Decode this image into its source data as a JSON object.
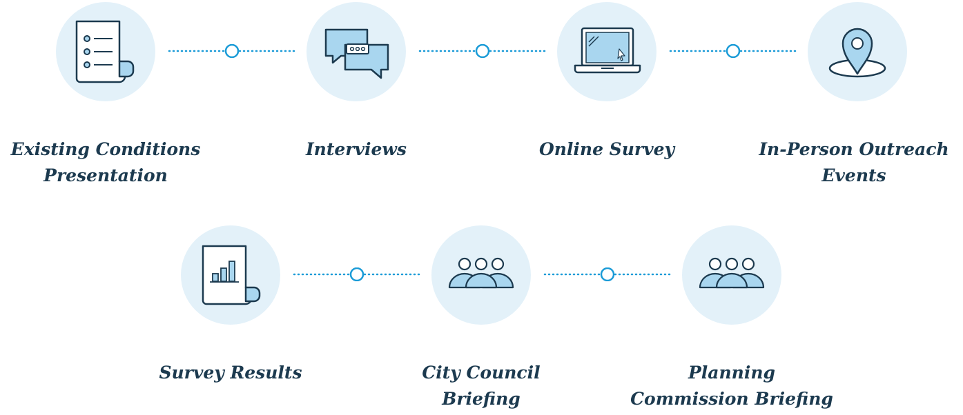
{
  "steps_row1": [
    {
      "icon": "document-list-icon",
      "lines": [
        "Existing Conditions",
        "Presentation"
      ]
    },
    {
      "icon": "chat-bubbles-icon",
      "lines": [
        "Interviews"
      ]
    },
    {
      "icon": "laptop-icon",
      "lines": [
        "Online Survey"
      ]
    },
    {
      "icon": "location-pin-icon",
      "lines": [
        "In-Person Outreach",
        "Events"
      ]
    }
  ],
  "steps_row2": [
    {
      "icon": "bar-chart-document-icon",
      "lines": [
        "Survey Results"
      ]
    },
    {
      "icon": "people-group-icon",
      "lines": [
        "City Council",
        "Briefing"
      ]
    },
    {
      "icon": "people-group-icon",
      "lines": [
        "Planning",
        "Commission Briefing"
      ]
    }
  ],
  "colors": {
    "circle": "#e3f1f9",
    "icon_fill": "#a9d6ef",
    "stroke": "#1c3a4f",
    "connector": "#1a9bd7",
    "text": "#1c3a4f"
  }
}
